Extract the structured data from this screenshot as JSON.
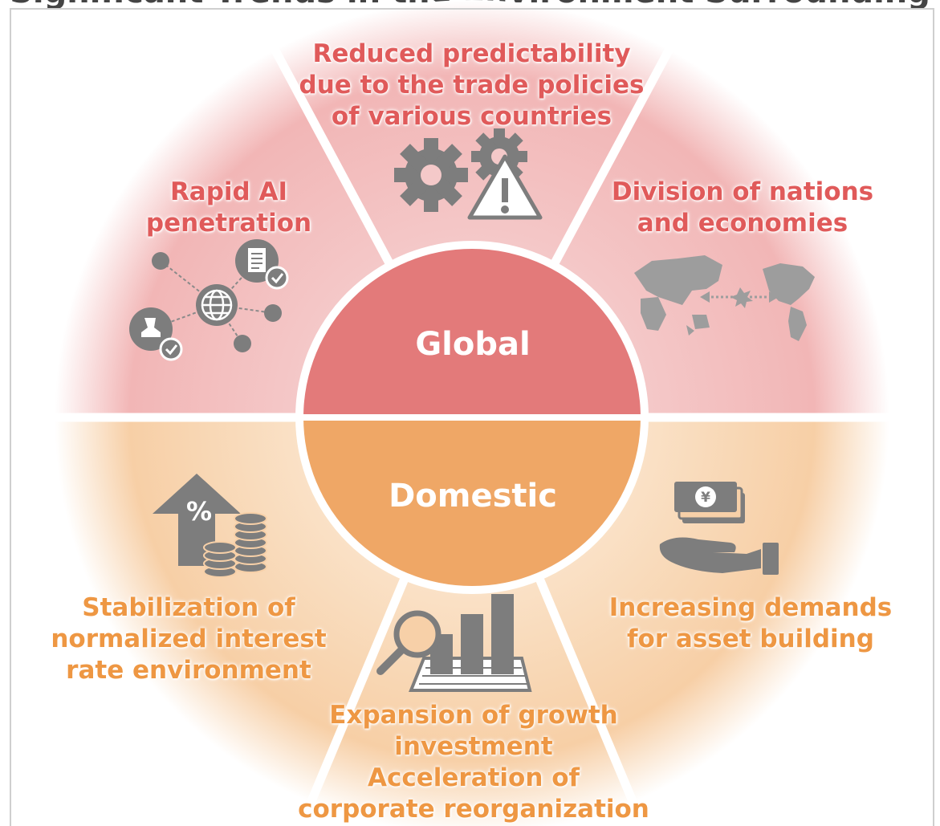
{
  "colors": {
    "global_segment": "#f2b8b8",
    "global_center": "#e37a7a",
    "global_text": "#e05a5a",
    "domestic_segment": "#f7d0a8",
    "domestic_center": "#efa766",
    "domestic_text": "#ee9743",
    "icon_gray": "#7d7d7d"
  },
  "header": {
    "title_partial": "Significant Trends in the Environment Surrounding Our Group"
  },
  "center": {
    "global_label": "Global",
    "domestic_label": "Domestic"
  },
  "global_segments": [
    {
      "id": "left",
      "label": "Rapid AI\npenetration",
      "icon": "ai-network-icon"
    },
    {
      "id": "top",
      "label": "Reduced predictability\ndue to the trade policies\nof various countries",
      "icon": "gears-warning-icon"
    },
    {
      "id": "right",
      "label": "Division of nations\nand economies",
      "icon": "world-map-division-icon"
    }
  ],
  "domestic_segments": [
    {
      "id": "left",
      "label": "Stabilization of\nnormalized interest\nrate environment",
      "icon": "interest-rate-coins-icon"
    },
    {
      "id": "bottom",
      "label": "Expansion of growth\ninvestment\nAcceleration of\ncorporate reorganization",
      "icon": "magnifier-chart-icon"
    },
    {
      "id": "right",
      "label": "Increasing demands\nfor asset building",
      "icon": "yen-hand-icon"
    }
  ]
}
